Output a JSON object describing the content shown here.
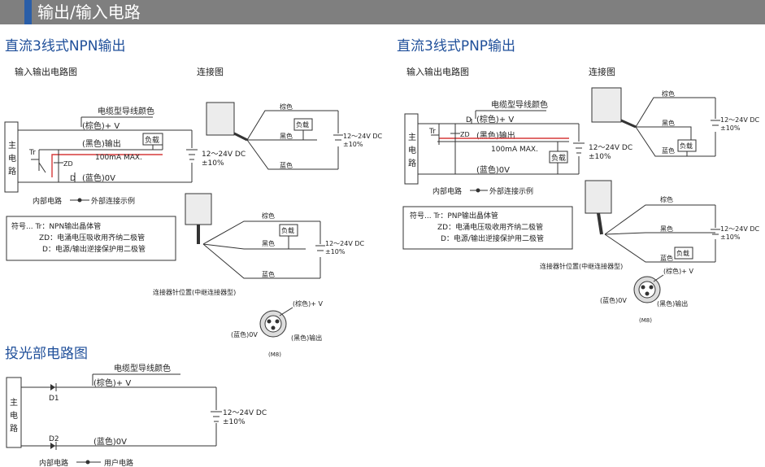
{
  "header": {
    "title": "输出/输入电路"
  },
  "npn": {
    "title": "直流3线式NPN输出",
    "io_label": "输入输出电路图",
    "conn_label": "连接图",
    "cable_color_title": "电缆型导线颜色",
    "brown_v": "(棕色)+ V",
    "black_out": "(黑色)输出",
    "blue_0v": "(蓝色)0V",
    "load": "负载",
    "max": "100mA MAX.",
    "tr": "Tr",
    "zd": "ZD",
    "d": "D",
    "main_circuit": [
      "主",
      "电",
      "路"
    ],
    "supply": [
      "12～24V DC",
      "±10%"
    ],
    "internal": "内部电路",
    "external": "外部连接示例",
    "legend": [
      "符号... Tr：NPN输出晶体管",
      "ZD：电涌电压吸收用齐纳二极管",
      "D：电源/输出逆接保护用二极管"
    ],
    "wires": {
      "brown": "棕色",
      "black": "黑色",
      "blue": "蓝色"
    },
    "pin_pos": "连接器针位置(中继连接器型)",
    "pins": {
      "brown": "(棕色)+ V",
      "blue": "(蓝色)0V",
      "black": "(黑色)输出",
      "m8": "(M8)"
    }
  },
  "pnp": {
    "title": "直流3线式PNP输出",
    "io_label": "输入输出电路图",
    "conn_label": "连接图",
    "cable_color_title": "电缆型导线颜色",
    "brown_v": "(棕色)+ V",
    "black_out": "(黑色)输出",
    "blue_0v": "(蓝色)0V",
    "load": "负载",
    "max": "100mA MAX.",
    "tr": "Tr",
    "zd": "ZD",
    "d": "D",
    "main_circuit": [
      "主",
      "电",
      "路"
    ],
    "supply": [
      "12～24V DC",
      "±10%"
    ],
    "internal": "内部电路",
    "external": "外部连接示例",
    "legend": [
      "符号... Tr：PNP输出晶体管",
      "ZD：电涌电压吸收用齐纳二极管",
      "D：电源/输出逆接保护用二极管"
    ],
    "wires": {
      "brown": "棕色",
      "black": "黑色",
      "blue": "蓝色"
    },
    "pin_pos": "连接器针位置(中继连接器型)",
    "pins": {
      "brown": "(棕色)+ V",
      "blue": "(蓝色)0V",
      "black": "(黑色)输出",
      "m8": "(M8)"
    }
  },
  "emitter": {
    "title": "投光部电路图",
    "cable_color_title": "电缆型导线颜色",
    "brown_v": "(棕色)+ V",
    "blue_0v": "(蓝色)0V",
    "d1": "D1",
    "d2": "D2",
    "main_circuit": [
      "主",
      "电",
      "路"
    ],
    "supply": [
      "12～24V DC",
      "±10%"
    ],
    "internal": "内部电路",
    "user": "用户电路"
  },
  "colors": {
    "header_bg": "#7f7f7f",
    "accent": "#2a5ea8",
    "title": "#1f4f9a",
    "output_path": "#d63a3a"
  }
}
